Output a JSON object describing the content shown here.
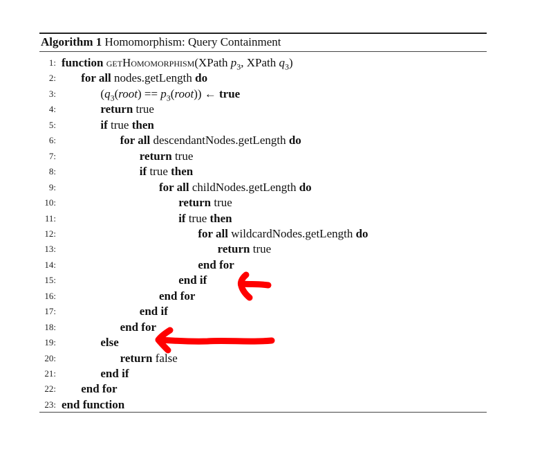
{
  "caption": {
    "label": "Algorithm 1",
    "title": "Homomorphism: Query Containment"
  },
  "lines": [
    {
      "num": "1:",
      "indent": 0,
      "parts": [
        [
          "kw",
          "function"
        ],
        [
          "t",
          " "
        ],
        [
          "sc",
          "getHomomorphism"
        ],
        [
          "t",
          "(XPath "
        ],
        [
          "it",
          "p"
        ],
        [
          "sub",
          "3"
        ],
        [
          "t",
          ", XPath "
        ],
        [
          "it",
          "q"
        ],
        [
          "sub",
          "3"
        ],
        [
          "t",
          ")"
        ]
      ]
    },
    {
      "num": "2:",
      "indent": 1,
      "parts": [
        [
          "kw",
          "for all"
        ],
        [
          "t",
          " nodes.getLength "
        ],
        [
          "kw",
          "do"
        ]
      ]
    },
    {
      "num": "3:",
      "indent": 2,
      "parts": [
        [
          "t",
          "("
        ],
        [
          "it",
          "q"
        ],
        [
          "sub",
          "3"
        ],
        [
          "t",
          "("
        ],
        [
          "it",
          "root"
        ],
        [
          "t",
          ") == "
        ],
        [
          "it",
          "p"
        ],
        [
          "sub",
          "3"
        ],
        [
          "t",
          "("
        ],
        [
          "it",
          "root"
        ],
        [
          "t",
          ")) ← "
        ],
        [
          "kw",
          "true"
        ]
      ]
    },
    {
      "num": "4:",
      "indent": 2,
      "parts": [
        [
          "kw",
          "return"
        ],
        [
          "t",
          " true"
        ]
      ]
    },
    {
      "num": "5:",
      "indent": 2,
      "parts": [
        [
          "kw",
          "if"
        ],
        [
          "t",
          " true "
        ],
        [
          "kw",
          "then"
        ]
      ]
    },
    {
      "num": "6:",
      "indent": 3,
      "parts": [
        [
          "kw",
          "for all"
        ],
        [
          "t",
          " descendantNodes.getLength "
        ],
        [
          "kw",
          "do"
        ]
      ]
    },
    {
      "num": "7:",
      "indent": 4,
      "parts": [
        [
          "kw",
          "return"
        ],
        [
          "t",
          " true"
        ]
      ]
    },
    {
      "num": "8:",
      "indent": 4,
      "parts": [
        [
          "kw",
          "if"
        ],
        [
          "t",
          " true "
        ],
        [
          "kw",
          "then"
        ]
      ]
    },
    {
      "num": "9:",
      "indent": 5,
      "parts": [
        [
          "kw",
          "for all"
        ],
        [
          "t",
          " childNodes.getLength "
        ],
        [
          "kw",
          "do"
        ]
      ]
    },
    {
      "num": "10:",
      "indent": 6,
      "parts": [
        [
          "kw",
          "return"
        ],
        [
          "t",
          " true"
        ]
      ]
    },
    {
      "num": "11:",
      "indent": 6,
      "parts": [
        [
          "kw",
          "if"
        ],
        [
          "t",
          " true "
        ],
        [
          "kw",
          "then"
        ]
      ]
    },
    {
      "num": "12:",
      "indent": 7,
      "parts": [
        [
          "kw",
          "for all"
        ],
        [
          "t",
          " wildcardNodes.getLength "
        ],
        [
          "kw",
          "do"
        ]
      ]
    },
    {
      "num": "13:",
      "indent": 8,
      "parts": [
        [
          "kw",
          "return"
        ],
        [
          "t",
          " true"
        ]
      ]
    },
    {
      "num": "14:",
      "indent": 7,
      "parts": [
        [
          "kw",
          "end for"
        ]
      ]
    },
    {
      "num": "15:",
      "indent": 6,
      "parts": [
        [
          "kw",
          "end if"
        ]
      ]
    },
    {
      "num": "16:",
      "indent": 5,
      "parts": [
        [
          "kw",
          "end for"
        ]
      ]
    },
    {
      "num": "17:",
      "indent": 4,
      "parts": [
        [
          "kw",
          "end if"
        ]
      ]
    },
    {
      "num": "18:",
      "indent": 3,
      "parts": [
        [
          "kw",
          "end for"
        ]
      ]
    },
    {
      "num": "19:",
      "indent": 2,
      "parts": [
        [
          "kw",
          "else"
        ]
      ]
    },
    {
      "num": "20:",
      "indent": 3,
      "parts": [
        [
          "kw",
          "return"
        ],
        [
          "t",
          " false"
        ]
      ]
    },
    {
      "num": "21:",
      "indent": 2,
      "parts": [
        [
          "kw",
          "end if"
        ]
      ]
    },
    {
      "num": "22:",
      "indent": 1,
      "parts": [
        [
          "kw",
          "end for"
        ]
      ]
    },
    {
      "num": "23:",
      "indent": 0,
      "parts": [
        [
          "kw",
          "end function"
        ]
      ]
    }
  ],
  "annotations": {
    "color": "#ff0000",
    "arrows": [
      {
        "points_to_line": "15:",
        "direction": "left"
      },
      {
        "points_to_line": "19:",
        "direction": "left"
      }
    ]
  }
}
